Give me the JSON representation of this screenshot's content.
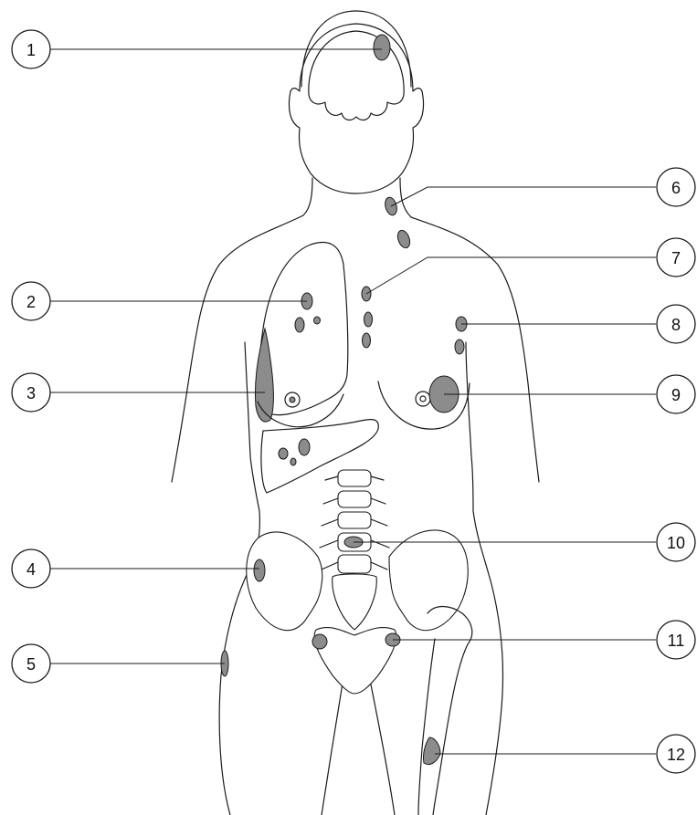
{
  "callouts": [
    {
      "number": "1"
    },
    {
      "number": "2"
    },
    {
      "number": "3"
    },
    {
      "number": "4"
    },
    {
      "number": "5"
    },
    {
      "number": "6"
    },
    {
      "number": "7"
    },
    {
      "number": "8"
    },
    {
      "number": "9"
    },
    {
      "number": "10"
    },
    {
      "number": "11"
    },
    {
      "number": "12"
    }
  ],
  "colors": {
    "lesion_fill": "#8c8c8c",
    "outline": "#1a1a1a",
    "background": "#ffffff"
  }
}
